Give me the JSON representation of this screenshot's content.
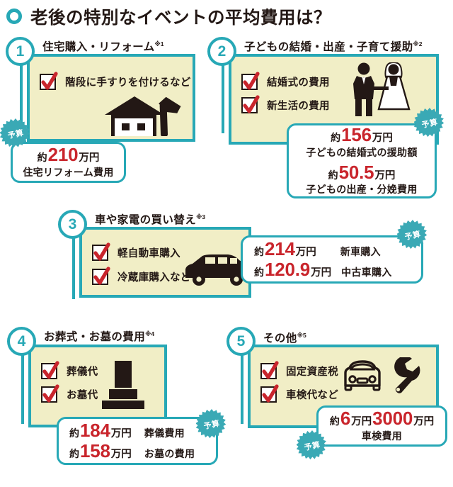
{
  "header": {
    "icon": "ring-icon",
    "title": "老後の特別なイベントの平均費用は？"
  },
  "budget_label": "予算",
  "sections": [
    {
      "number": "1",
      "heading": "住宅購入・リフォーム",
      "note": "※1",
      "checks": [
        "階段に手すりを付けるなど"
      ],
      "icons": [
        "house-icon",
        "hammer-icon"
      ],
      "callout": {
        "rows": [
          {
            "about": "約",
            "value": "210",
            "unit": "万円",
            "desc": "住宅リフォーム費用",
            "layout": "stacked"
          }
        ]
      }
    },
    {
      "number": "2",
      "heading": "子どもの結婚・出産・子育て援助",
      "note": "※2",
      "checks": [
        "結婚式の費用",
        "新生活の費用"
      ],
      "icons": [
        "bride-and-groom-icon"
      ],
      "callout": {
        "rows": [
          {
            "about": "約",
            "value": "156",
            "unit": "万円",
            "desc": "子どもの結婚式の援助額",
            "layout": "stacked"
          },
          {
            "about": "約",
            "value": "50.5",
            "unit": "万円",
            "desc": "子どもの出産・分娩費用",
            "layout": "stacked"
          }
        ]
      }
    },
    {
      "number": "3",
      "heading": "車や家電の買い替え",
      "note": "※3",
      "checks": [
        "軽自動車購入",
        "冷蔵庫購入など"
      ],
      "icons": [
        "car-icon"
      ],
      "callout": {
        "rows": [
          {
            "about": "約",
            "value": "214",
            "unit": "万円",
            "desc": "新車購入",
            "layout": "inline"
          },
          {
            "about": "約",
            "value": "120.9",
            "unit": "万円",
            "desc": "中古車購入",
            "layout": "inline"
          }
        ]
      }
    },
    {
      "number": "4",
      "heading": "お葬式・お墓の費用",
      "note": "※4",
      "checks": [
        "葬儀代",
        "お墓代"
      ],
      "icons": [
        "gravestone-icon"
      ],
      "callout": {
        "rows": [
          {
            "about": "約",
            "value": "184",
            "unit": "万円",
            "desc": "葬儀費用",
            "layout": "inline"
          },
          {
            "about": "約",
            "value": "158",
            "unit": "万円",
            "desc": "お墓の費用",
            "layout": "inline"
          }
        ]
      }
    },
    {
      "number": "5",
      "heading": "その他",
      "note": "※5",
      "checks": [
        "固定資産税",
        "車検代など"
      ],
      "icons": [
        "car-front-icon",
        "wrench-icon"
      ],
      "callout": {
        "rows": [
          {
            "about": "約",
            "value": "6",
            "unit": "万円",
            "value2": "3000",
            "unit2": "万円",
            "desc": "車検費用",
            "layout": "stacked"
          }
        ]
      }
    }
  ],
  "colors": {
    "teal": "#27a8b6",
    "panel": "#f1eec6",
    "red": "#c9252c",
    "ink": "#231815",
    "white": "#ffffff"
  }
}
